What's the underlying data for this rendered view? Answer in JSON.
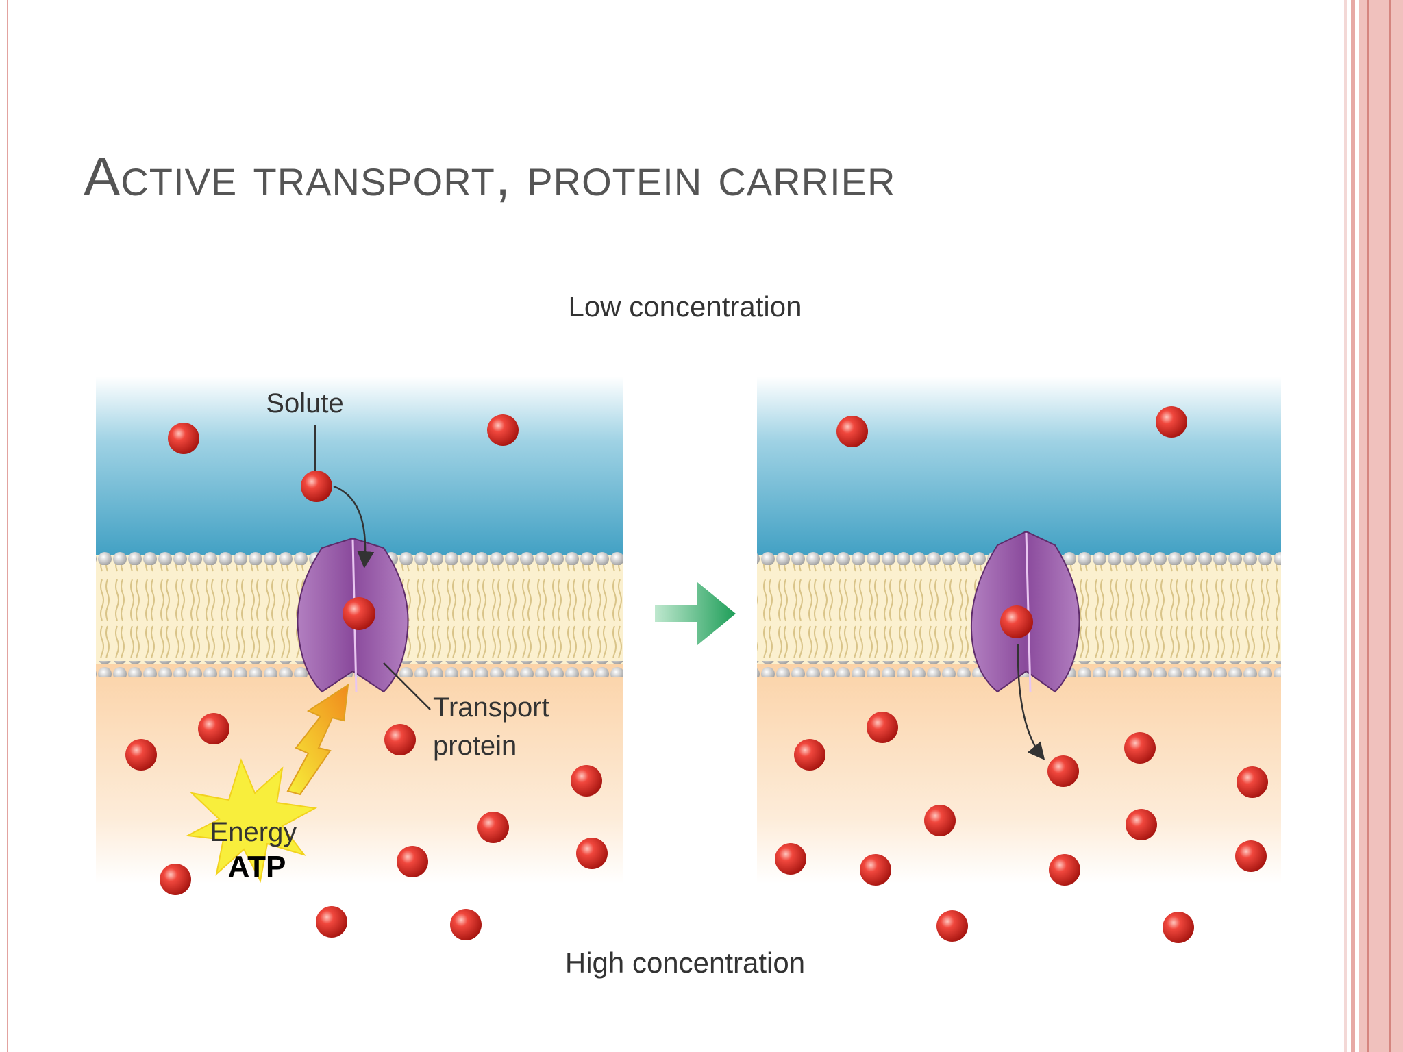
{
  "slide": {
    "title": "Active transport, protein carrier"
  },
  "diagram": {
    "top_label": "Low concentration",
    "bottom_label": "High concentration",
    "solute_label": "Solute",
    "transport_protein_line1": "Transport",
    "transport_protein_line2": "protein",
    "energy_label": "Energy",
    "atp_label": "ATP",
    "colors": {
      "extracellular": "#4aa9c9",
      "cytoplasm": "#fbd8b4",
      "protein": "#9b5aa8",
      "solute": "#e23a3a",
      "arrow": "#2eae6b",
      "energy": "#f5e63a"
    },
    "icons": [
      "solute-particle",
      "transport-protein",
      "energy-burst-icon",
      "process-arrow-icon"
    ]
  }
}
